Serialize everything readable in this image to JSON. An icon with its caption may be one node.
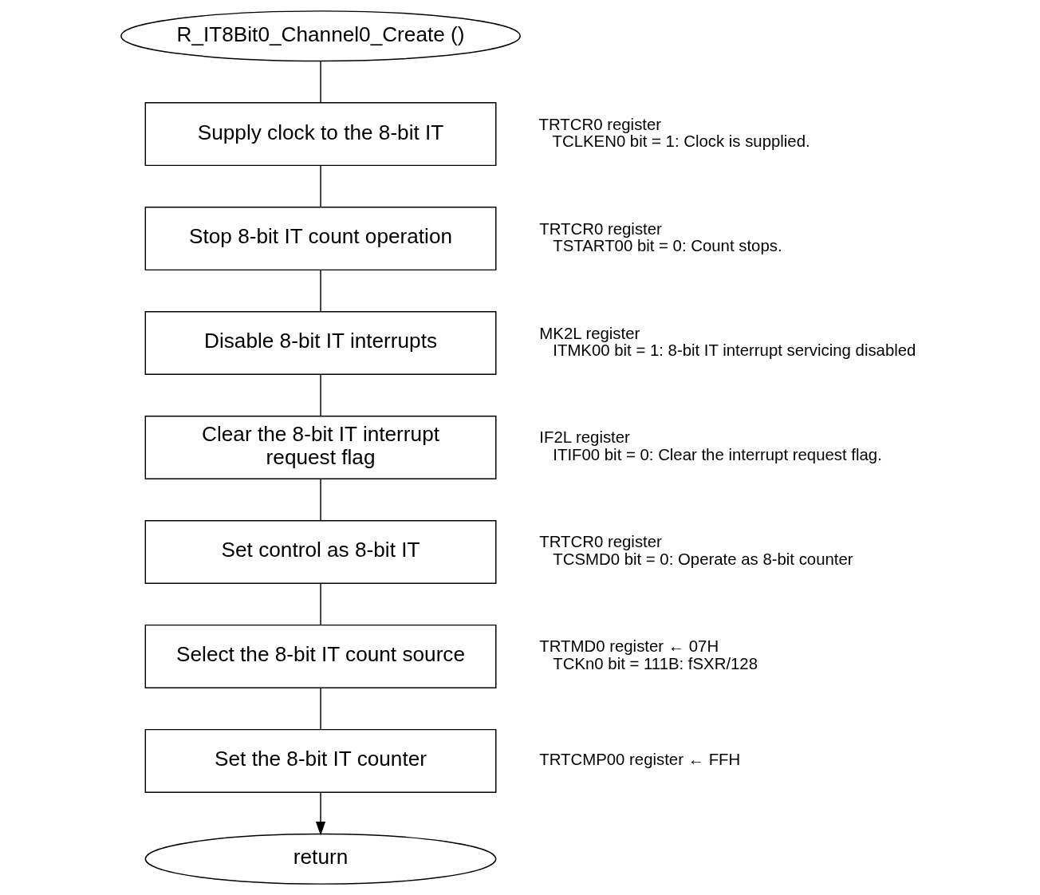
{
  "diagram": {
    "nodes": [
      {
        "text": [
          "R_IT8Bit0_Channel0_Create ()"
        ]
      },
      {
        "text": [
          "Supply clock to the 8-bit IT"
        ],
        "beside": [
          "TRTCR0 register",
          "TCLKEN0 bit = 1: Clock is supplied."
        ]
      },
      {
        "text": [
          "Stop 8-bit IT count operation"
        ],
        "beside": [
          "TRTCR0 register",
          "TSTART00 bit = 0: Count stops."
        ]
      },
      {
        "text": [
          "Disable 8-bit IT interrupts"
        ],
        "beside": [
          "MK2L register",
          "ITMK00 bit = 1: 8-bit IT interrupt servicing disabled"
        ]
      },
      {
        "text": [
          "Clear the 8-bit IT interrupt request flag"
        ],
        "beside": [
          "IF2L register",
          "ITIF00 bit = 0: Clear the interrupt request flag."
        ]
      },
      {
        "text": [
          "Set control as 8-bit IT"
        ],
        "beside": [
          "TRTCR0 register",
          "TCSMD0 bit = 0: Operate as 8-bit counter"
        ]
      },
      {
        "text": [
          "Select the 8-bit IT count source"
        ],
        "beside": [
          "TRTMD0 register ← 07H",
          "TCKn0 bit = 111B: fSXR/128"
        ]
      },
      {
        "text": [
          "Set the 8-bit IT counter"
        ],
        "beside": [
          "TRTCMP00 register ← FFH"
        ]
      },
      {
        "text": [
          "return"
        ]
      }
    ],
    "edges": [
      {
        "from": 0,
        "to": 1,
        "arrow": "none"
      },
      {
        "from": 1,
        "to": 2,
        "arrow": "none"
      },
      {
        "from": 2,
        "to": 3,
        "arrow": "none"
      },
      {
        "from": 3,
        "to": 4,
        "arrow": "none"
      },
      {
        "from": 4,
        "to": 5,
        "arrow": "none"
      },
      {
        "from": 5,
        "to": 6,
        "arrow": "none"
      },
      {
        "from": 6,
        "to": 7,
        "arrow": "none"
      },
      {
        "from": 7,
        "to": 8,
        "arrow": "to"
      }
    ]
  }
}
